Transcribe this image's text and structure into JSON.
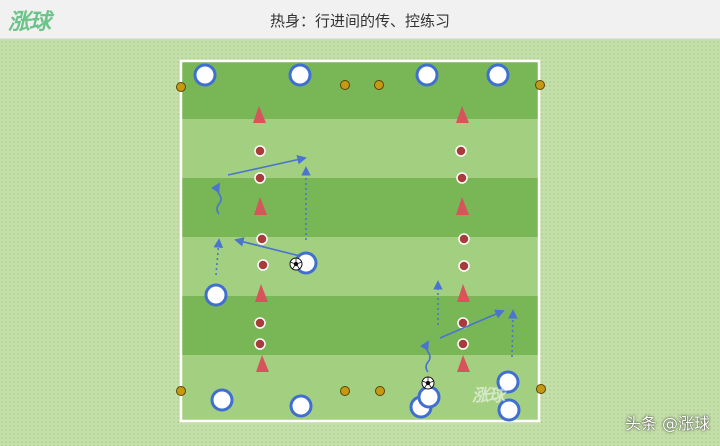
{
  "header": {
    "logo_text": "涨球",
    "title": "热身：行进间的传、控练习"
  },
  "watermark": {
    "text": "涨球"
  },
  "credit": {
    "text": "头条 @涨球"
  },
  "colors": {
    "field_light": "#a3cf80",
    "field_dark": "#78b656",
    "outer_grass": "#c5dfaa",
    "boundary": "#ffffff",
    "player_ring": "#3f6fd0",
    "cone": "#d7545b",
    "marker_disc": "#a83c3c",
    "corner_marker": "#c59a12",
    "arrow": "#4a74cf"
  },
  "icons": {
    "ball": "soccer-ball-icon",
    "player": "player-ring-icon",
    "cone": "cone-icon",
    "marker": "marker-disc-icon"
  }
}
